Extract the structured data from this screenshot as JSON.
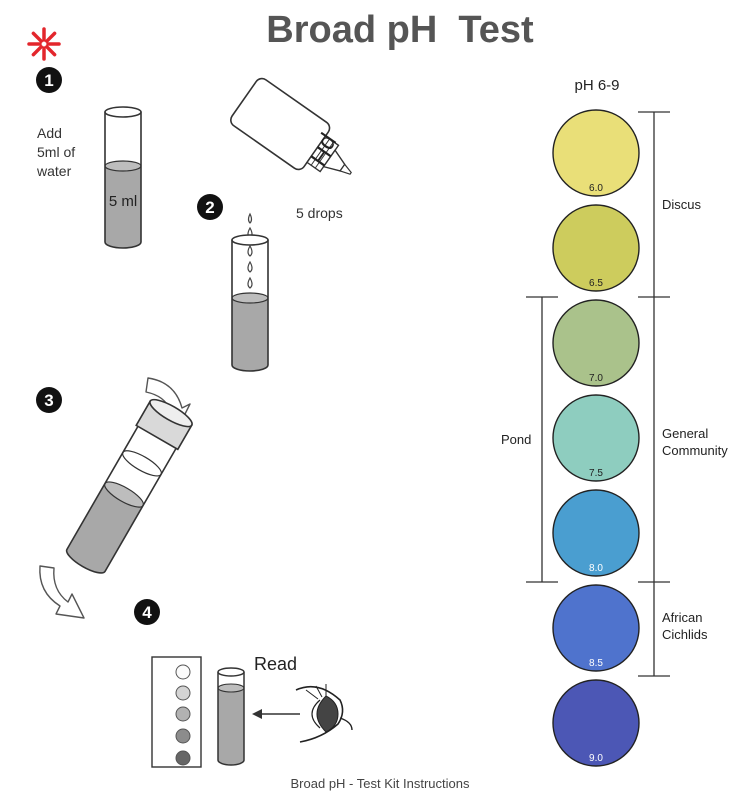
{
  "title": "Broad pH  Test",
  "caption": "Broad pH - Test Kit Instructions",
  "steps": [
    {
      "number": "1",
      "text_lines": [
        "Add",
        "5ml of",
        "water"
      ],
      "tube_label": "5 ml"
    },
    {
      "number": "2",
      "bottle_label": "pH",
      "drops_label": "5 drops"
    },
    {
      "number": "3"
    },
    {
      "number": "4",
      "read_label": "Read"
    }
  ],
  "chart": {
    "range_label": "pH 6-9",
    "swatches": [
      {
        "ph": "6.0",
        "color": "#e9df78"
      },
      {
        "ph": "6.5",
        "color": "#cdcc5d"
      },
      {
        "ph": "7.0",
        "color": "#aac28b"
      },
      {
        "ph": "7.5",
        "color": "#8ecdbf"
      },
      {
        "ph": "8.0",
        "color": "#4a9ed0"
      },
      {
        "ph": "8.5",
        "color": "#4f73cd"
      },
      {
        "ph": "9.0",
        "color": "#4c57b5"
      }
    ],
    "groups_right": [
      {
        "label_lines": [
          "Discus"
        ]
      },
      {
        "label_lines": [
          "General",
          "Community"
        ]
      },
      {
        "label_lines": [
          "African",
          "Cichlids"
        ]
      }
    ],
    "group_left": {
      "label_lines": [
        "Pond"
      ]
    }
  },
  "colors": {
    "logo_red": "#e3262c",
    "liquid_gray": "#a8a8a8",
    "outline": "#333333"
  }
}
